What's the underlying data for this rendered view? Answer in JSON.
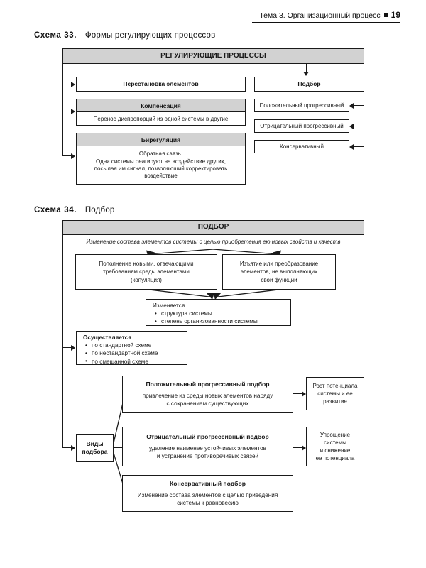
{
  "running_head": {
    "text": "Тема 3. Организационный процесс",
    "page_number": "19",
    "bullet": "square-bullet"
  },
  "schema33": {
    "caption_label": "Схема 33.",
    "caption_title": "Формы регулирующих процессов",
    "header": "РЕГУЛИРУЮЩИЕ ПРОЦЕССЫ",
    "left_items": [
      {
        "title": "Перестановка элементов",
        "body": ""
      },
      {
        "title": "Компенсация",
        "body": "Перенос диспропорций из одной системы в другие"
      },
      {
        "title": "Бирегуляция",
        "body": "Обратная связь.\nОдни системы реагируют на воздействие других,\nпосылая им сигнал, позволяющий корректировать\nвоздействие"
      }
    ],
    "right_head": "Подбор",
    "right_items": [
      "Положительный прогрессивный",
      "Отрицательный прогрессивный",
      "Консервативный"
    ]
  },
  "schema34": {
    "caption_label": "Схема 34.",
    "caption_title": "Подбор",
    "header": "ПОДБОР",
    "subtitle": "Изменение состава элементов системы с целью приобретения ею новых свойств и качеств",
    "branch_left": "Пополнение новыми, отвечающими\nтребованиям среды элементами\n(копуляция)",
    "branch_right": "Изъятие или преобразование\nэлементов, не выполняющих\nсвои функции",
    "changes": {
      "head": "Изменяется",
      "items": [
        "структура системы",
        "степень организованности  системы"
      ]
    },
    "implemented": {
      "head": "Осуществляется",
      "items": [
        "по стандартной схеме",
        "по нестандартной схеме",
        "по смешанной схеме"
      ]
    },
    "kinds_label": "Виды\nподбора",
    "kinds": [
      {
        "title": "Положительный прогрессивный подбор",
        "text": "привлечение из среды новых элементов наряду\nс сохранением существующих",
        "result": "Рост потенциала\nсистемы и ее\nразвитие"
      },
      {
        "title": "Отрицательный прогрессивный подбор",
        "text": "удаление наименее устойчивых элементов\nи устранение противоречивых связей",
        "result": "Упрощение\nсистемы\nи снижение\nее потенциала"
      },
      {
        "title": "Консервативный подбор",
        "text": "Изменение состава элементов с целью приведения\nсистемы к равновесию",
        "result": ""
      }
    ]
  },
  "colors": {
    "ink": "#1a1a1a",
    "header_fill": "#d2d2d2",
    "page": "#ffffff"
  }
}
